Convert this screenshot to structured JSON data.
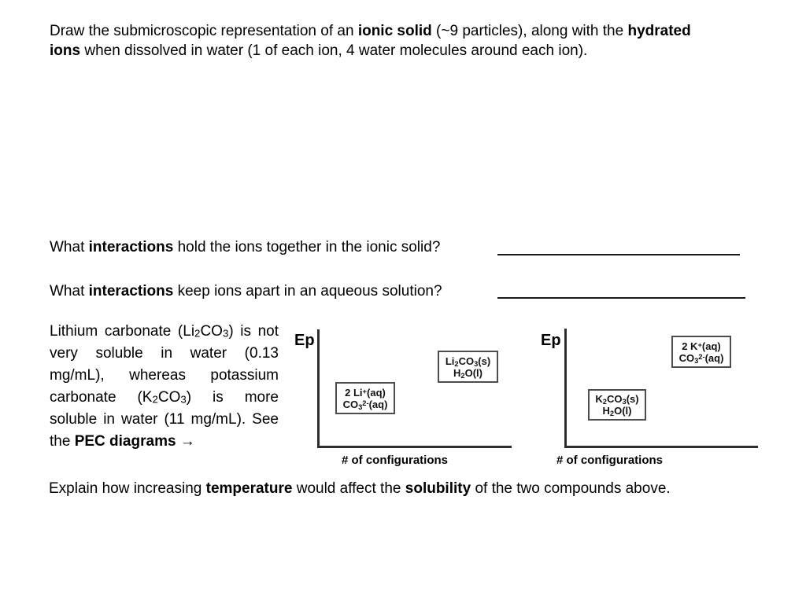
{
  "colors": {
    "background": "#ffffff",
    "text": "#000000",
    "axis_line": "#2d2d2d",
    "box_border": "#4d4d4d",
    "answer_line": "#1a1a1a"
  },
  "prompt": {
    "seg1": "Draw the submicroscopic representation of an ",
    "bold1": "ionic solid",
    "seg2": " (~9 particles), along with the ",
    "bold2": "hydrated ions",
    "seg3": " when dissolved in water (1 of each ion, 4 water molecules around each ion)."
  },
  "question1": {
    "seg1": "What ",
    "bold": "interactions",
    "seg2": " hold the ions together in the ionic solid?",
    "answer_value": ""
  },
  "question2": {
    "seg1": "What ",
    "bold": "interactions",
    "seg2": " keep ions apart in an aqueous solution?",
    "answer_value": ""
  },
  "solubility": {
    "seg1": "Lithium carbonate (Li",
    "sub1": "2",
    "seg2": "CO",
    "sub2": "3",
    "seg3": ") is not very soluble in water (0.13 mg/mL), whereas potassium carbonate (K",
    "sub3": "2",
    "seg4": "CO",
    "sub4": "3",
    "seg5": ") is more soluble in water (11 mg/mL). See the ",
    "bold": "PEC diagrams",
    "arrow": " →"
  },
  "closing": {
    "seg1": "Explain how increasing ",
    "bold1": "temperature",
    "seg2": " would affect the ",
    "bold2": "solubility",
    "seg3": " of the two compounds above."
  },
  "diagram1": {
    "compound": "Li2CO3",
    "y_axis_label": "Ep",
    "x_axis_label": "# of configurations",
    "dissolved_box": {
      "position": "lower-left",
      "line1": {
        "a": "2 Li",
        "sup": "+",
        "b": "(aq)"
      },
      "line2": {
        "a": "CO",
        "sub": "3",
        "sup": "2-",
        "b": "(aq)"
      }
    },
    "solid_box": {
      "position": "upper-right",
      "line1": {
        "a": "Li",
        "sub1": "2",
        "b": "CO",
        "sub2": "3",
        "c": "(s)"
      },
      "line2": {
        "a": "H",
        "sub1": "2",
        "b": "O(l)"
      }
    }
  },
  "diagram2": {
    "compound": "K2CO3",
    "y_axis_label": "Ep",
    "x_axis_label": "# of configurations",
    "dissolved_box": {
      "position": "upper-right",
      "line1": {
        "a": "2 K",
        "sup": "+",
        "b": "(aq)"
      },
      "line2": {
        "a": "CO",
        "sub": "3",
        "sup": "2-",
        "b": "(aq)"
      }
    },
    "solid_box": {
      "position": "lower-left",
      "line1": {
        "a": "K",
        "sub1": "2",
        "b": "CO",
        "sub2": "3",
        "c": "(s)"
      },
      "line2": {
        "a": "H",
        "sub1": "2",
        "b": "O(l)"
      }
    }
  }
}
